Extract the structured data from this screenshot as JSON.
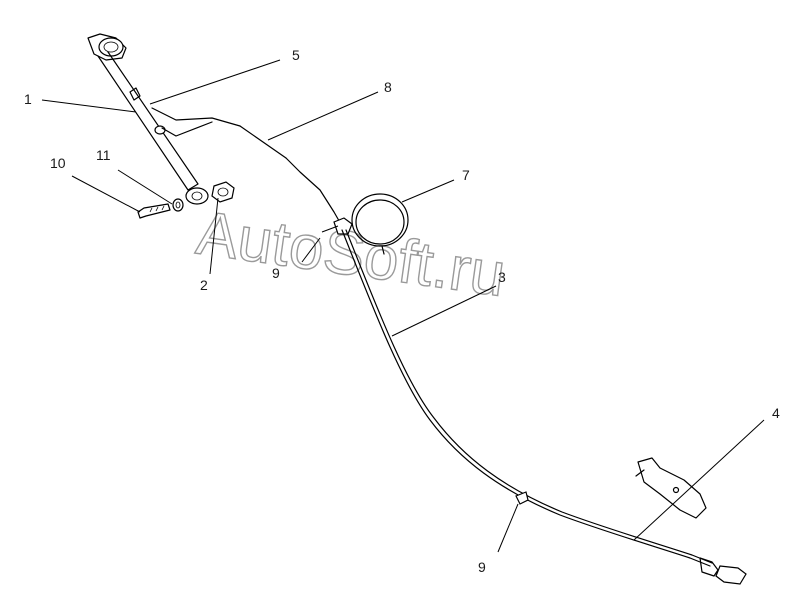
{
  "watermark": {
    "line1": "AutoSoft.ru"
  },
  "callouts": [
    {
      "id": "c1",
      "label": "1"
    },
    {
      "id": "c2",
      "label": "2"
    },
    {
      "id": "c3",
      "label": "3"
    },
    {
      "id": "c4",
      "label": "4"
    },
    {
      "id": "c5",
      "label": "5"
    },
    {
      "id": "c7",
      "label": "7"
    },
    {
      "id": "c8",
      "label": "8"
    },
    {
      "id": "c9a",
      "label": "9"
    },
    {
      "id": "c9b",
      "label": "9"
    },
    {
      "id": "c10",
      "label": "10"
    },
    {
      "id": "c11",
      "label": "11"
    }
  ]
}
